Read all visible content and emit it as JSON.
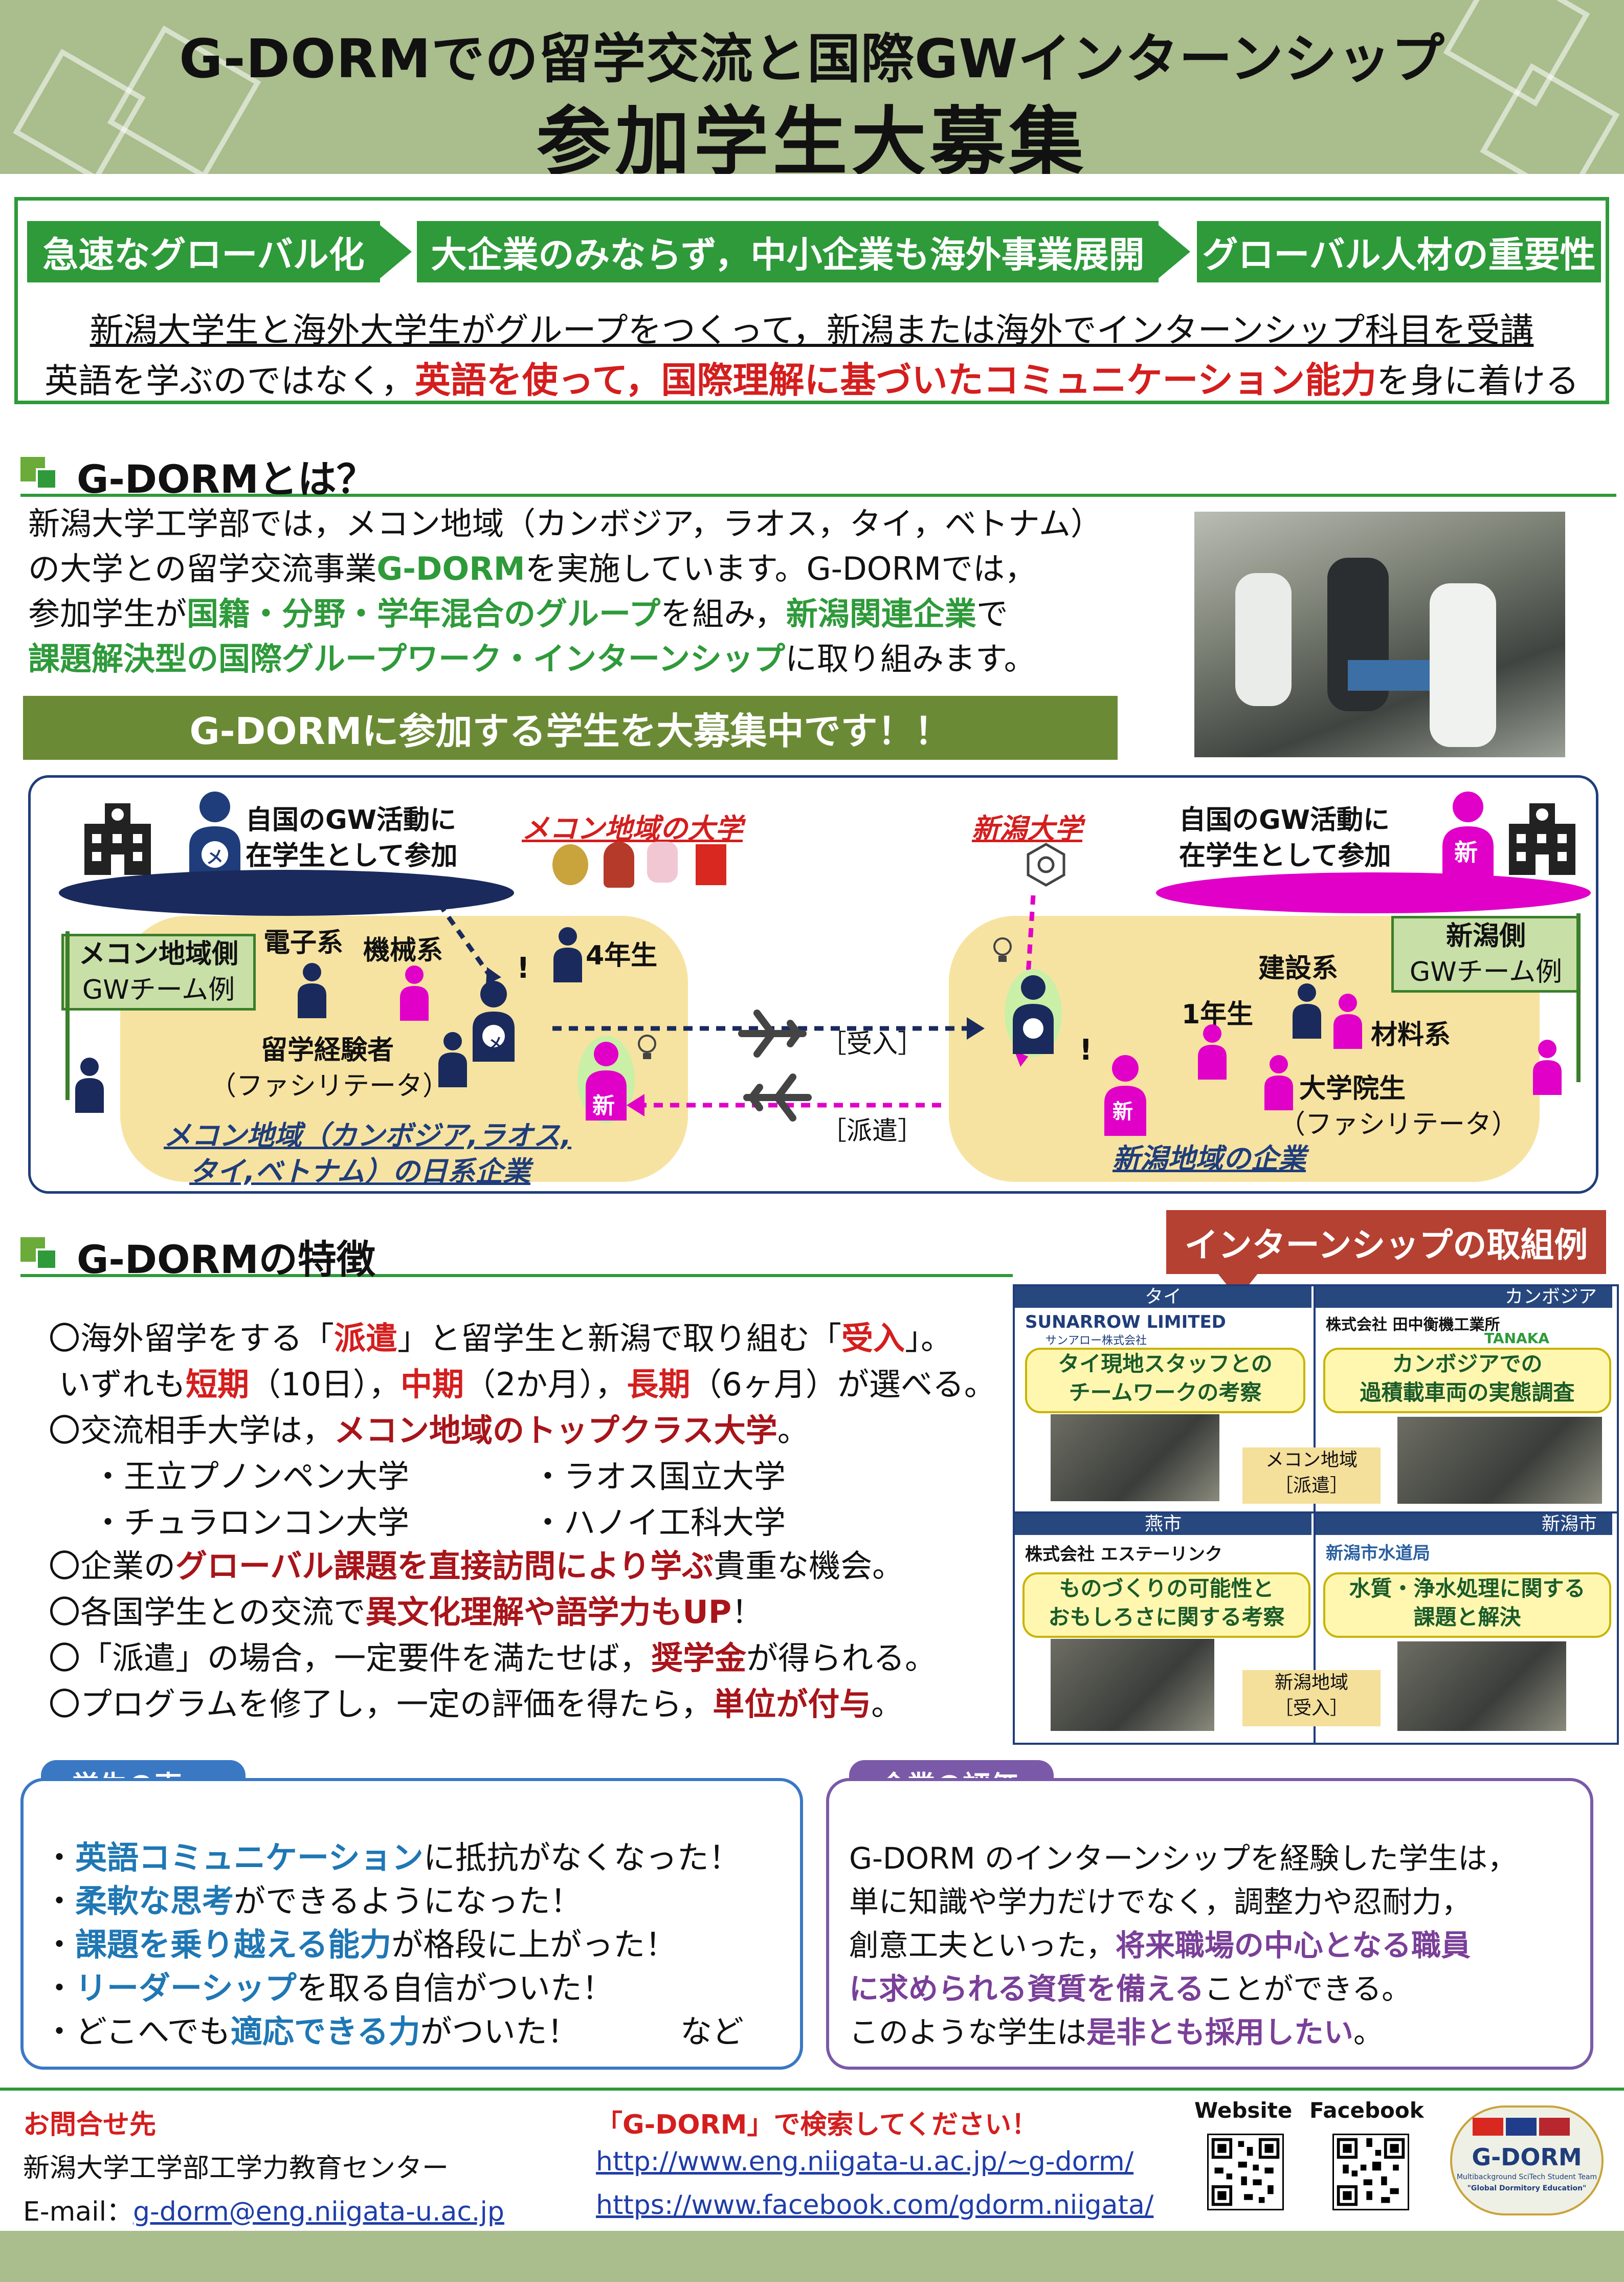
{
  "header": {
    "title_line1": "G-DORMでの留学交流と国際GWインターンシップ",
    "title_line2": "参加学生大募集"
  },
  "intro": {
    "steps": [
      "急速なグローバル化",
      "大企業のみならず，中小企業も海外事業展開",
      "グローバル人材の重要性"
    ],
    "line1": "新潟大学生と海外大学生がグループをつくって，新潟または海外でインターンシップ科目を受講",
    "line2_a": "英語を学ぶのではなく，",
    "line2_b": "英語を使って，国際理解に基づいたコミュニケーション能力",
    "line2_c": "を身に着ける"
  },
  "about": {
    "heading": "G-DORMとは？",
    "p1": "新潟大学工学部では，メコン地域（カンボジア，ラオス，タイ，ベトナム）",
    "p2_a": "の大学との留学交流事業",
    "p2_b": "G-DORM",
    "p2_c": "を実施しています。G-DORMでは，",
    "p3_a": "参加学生が",
    "p3_b": "国籍・分野・学年混合のグループ",
    "p3_c": "を組み，",
    "p3_d": "新潟関連企業",
    "p3_e": "で",
    "p4_a": "課題解決型の国際グループワーク・インターンシップ",
    "p4_b": "に取り組みます。",
    "recruit": "G-DORMに参加する学生を大募集中です！！"
  },
  "diagram": {
    "left_caption_1": "自国のGW活動に",
    "left_caption_2": "在学生として参加",
    "mekong_univ": "メコン地域の大学",
    "niigata_univ": "新潟大学",
    "right_caption_1": "自国のGW活動に",
    "right_caption_2": "在学生として参加",
    "left_flag_1": "メコン地域側",
    "left_flag_2": "GWチーム例",
    "right_flag_1": "新潟側",
    "right_flag_2": "GWチーム例",
    "electronics": "電子系",
    "mechanical": "機械系",
    "year4": "4年生",
    "experienced_1": "留学経験者",
    "experienced_2": "（ファシリテータ）",
    "construction": "建設系",
    "year1": "1年生",
    "materials": "材料系",
    "grad_1": "大学院生",
    "grad_2": "（ファシリテータ）",
    "accept": "［受入］",
    "dispatch": "［派遣］",
    "mekong_company_1": "メコン地域（カンボジア,ラオス,",
    "mekong_company_2": "タイ,ベトナム）の日系企業",
    "niigata_company": "新潟地域の企業",
    "badge_me": "メ",
    "badge_shin": "新",
    "excl": "!"
  },
  "features": {
    "heading": "G-DORMの特徴",
    "l1_a": "〇海外留学をする「",
    "l1_b": "派遣",
    "l1_c": "」と留学生と新潟で取り組む「",
    "l1_d": "受入",
    "l1_e": "」。",
    "l2_a": "いずれも",
    "l2_b": "短期",
    "l2_c": "（10日），",
    "l2_d": "中期",
    "l2_e": "（2か月），",
    "l2_f": "長期",
    "l2_g": "（6ヶ月）が選べる。",
    "l3_a": "〇交流相手大学は，",
    "l3_b": "メコン地域のトップクラス大学",
    "l3_c": "。",
    "uni1": "・王立プノンペン大学",
    "uni2": "・ラオス国立大学",
    "uni3": "・チュラロンコン大学",
    "uni4": "・ハノイ工科大学",
    "l4_a": "〇企業の",
    "l4_b": "グローバル課題を直接訪問により学ぶ",
    "l4_c": "貴重な機会。",
    "l5_a": "〇各国学生との交流で",
    "l5_b": "異文化理解や語学力もUP",
    "l5_c": "！",
    "l6_a": "〇「派遣」の場合，一定要件を満たせば，",
    "l6_b": "奨学金",
    "l6_c": "が得られる。",
    "l7_a": "〇プログラムを修了し，一定の評価を得たら，",
    "l7_b": "単位が付与",
    "l7_c": "。"
  },
  "cases": {
    "tag": "インターンシップの取組例",
    "c1_region": "タイ",
    "c1_company": "SUNARROW LIMITED",
    "c1_company_sub": "サンアロー株式会社",
    "c1_topic_1": "タイ現地スタッフとの",
    "c1_topic_2": "チームワークの考察",
    "c2_region": "カンボジア",
    "c2_company": "株式会社 田中衡機工業所",
    "c2_company_sub": "TANAKA",
    "c2_topic_1": "カンボジアでの",
    "c2_topic_2": "過積載車両の実態調査",
    "c3_region": "燕市",
    "c3_company": "株式会社 エステーリンク",
    "c3_topic_1": "ものづくりの可能性と",
    "c3_topic_2": "おもしろさに関する考察",
    "c4_region": "新潟市",
    "c4_company": "新潟市水道局",
    "c4_topic_1": "水質・浄水処理に関する",
    "c4_topic_2": "課題と解決",
    "dispatch_tag_1": "メコン地域",
    "dispatch_tag_2": "［派遣］",
    "accept_tag_1": "新潟地域",
    "accept_tag_2": "［受入］"
  },
  "voice": {
    "tab": "学生の声",
    "v1_a": "・",
    "v1_b": "英語コミュニケーション",
    "v1_c": "に抵抗がなくなった！",
    "v2_b": "柔軟な思考",
    "v2_c": "ができるようになった！",
    "v3_b": "課題を乗り越える能力",
    "v3_c": "が格段に上がった！",
    "v4_b": "リーダーシップ",
    "v4_c": "を取る自信がついた！",
    "v5_a": "・どこへでも",
    "v5_b": "適応できる力",
    "v5_c": "がついた！",
    "v5_d": "など"
  },
  "evaluation": {
    "tab": "企業の評価",
    "e1": "G-DORM のインターンシップを経験した学生は，",
    "e2": "単に知識や学力だけでなく，調整力や忍耐力，",
    "e3_a": "創意工夫といった，",
    "e3_b": "将来職場の中心となる職員",
    "e4_a": "に求められる資質を備える",
    "e4_b": "ことができる。",
    "e5_a": "このような学生は",
    "e5_b": "是非とも採用したい",
    "e5_c": "。"
  },
  "footer": {
    "contact_label": "お問合せ先",
    "org": "新潟大学工学部工学力教育センター",
    "email_label": "E-mail：",
    "email": "g-dorm@eng.niigata-u.ac.jp",
    "search_prompt": "「G-DORM」で検索してください！",
    "url_web": "http://www.eng.niigata-u.ac.jp/~g-dorm/",
    "url_fb": "https://www.facebook.com/gdorm.niigata/",
    "qr_web_label": "Website",
    "qr_fb_label": "Facebook",
    "logo_text": "G-DORM",
    "logo_sub": "Multibackground SciTech Student Team",
    "logo_sub2": "\"Global Dormitory Education\""
  },
  "colors": {
    "brand_green": "#2e9a3a",
    "header_green": "#a9bd8d",
    "accent_red": "#d41e1e",
    "navy": "#1f3d7a",
    "magenta": "#e000c8",
    "voice_blue": "#3a78c4",
    "eval_purple": "#7a5aa8"
  }
}
